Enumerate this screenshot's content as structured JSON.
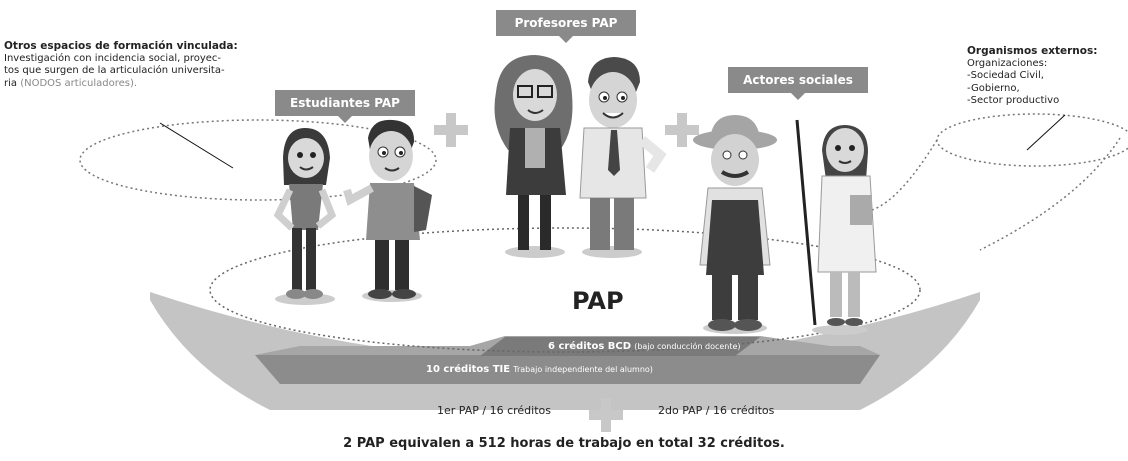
{
  "left_note": {
    "title": "Otros espacios de formación vinculada:",
    "line1": "Investigación con incidencia social, proyec-",
    "line2": "tos que surgen de la articulación universita-",
    "line3_prefix": "ria ",
    "line3_gray": "(NODOS articuladores)."
  },
  "right_note": {
    "title": "Organismos externos:",
    "line1": "Organizaciones:",
    "line2": "-Sociedad Civil,",
    "line3": "-Gobierno,",
    "line4": "-Sector productivo"
  },
  "labels": {
    "estudiantes": "Estudiantes PAP",
    "profesores": "Profesores PAP",
    "actores": "Actores sociales"
  },
  "center_title": "PAP",
  "bands": {
    "bcd_bold": "6 créditos BCD",
    "bcd_small": "(bajo conducción docente)",
    "tie_bold": "10 créditos TIE",
    "tie_small": "Trabajo independiente del alumno)",
    "first": "1er PAP / 16 créditos",
    "second": "2do PAP / 16 créditos"
  },
  "footer": "2 PAP equivalen a 512 horas de trabajo en total 32 créditos.",
  "colors": {
    "label_bg": "#8a8a8a",
    "band_light": "#bdbdbd",
    "band_mid": "#9e9e9e",
    "band_dark": "#7a7a7a"
  }
}
